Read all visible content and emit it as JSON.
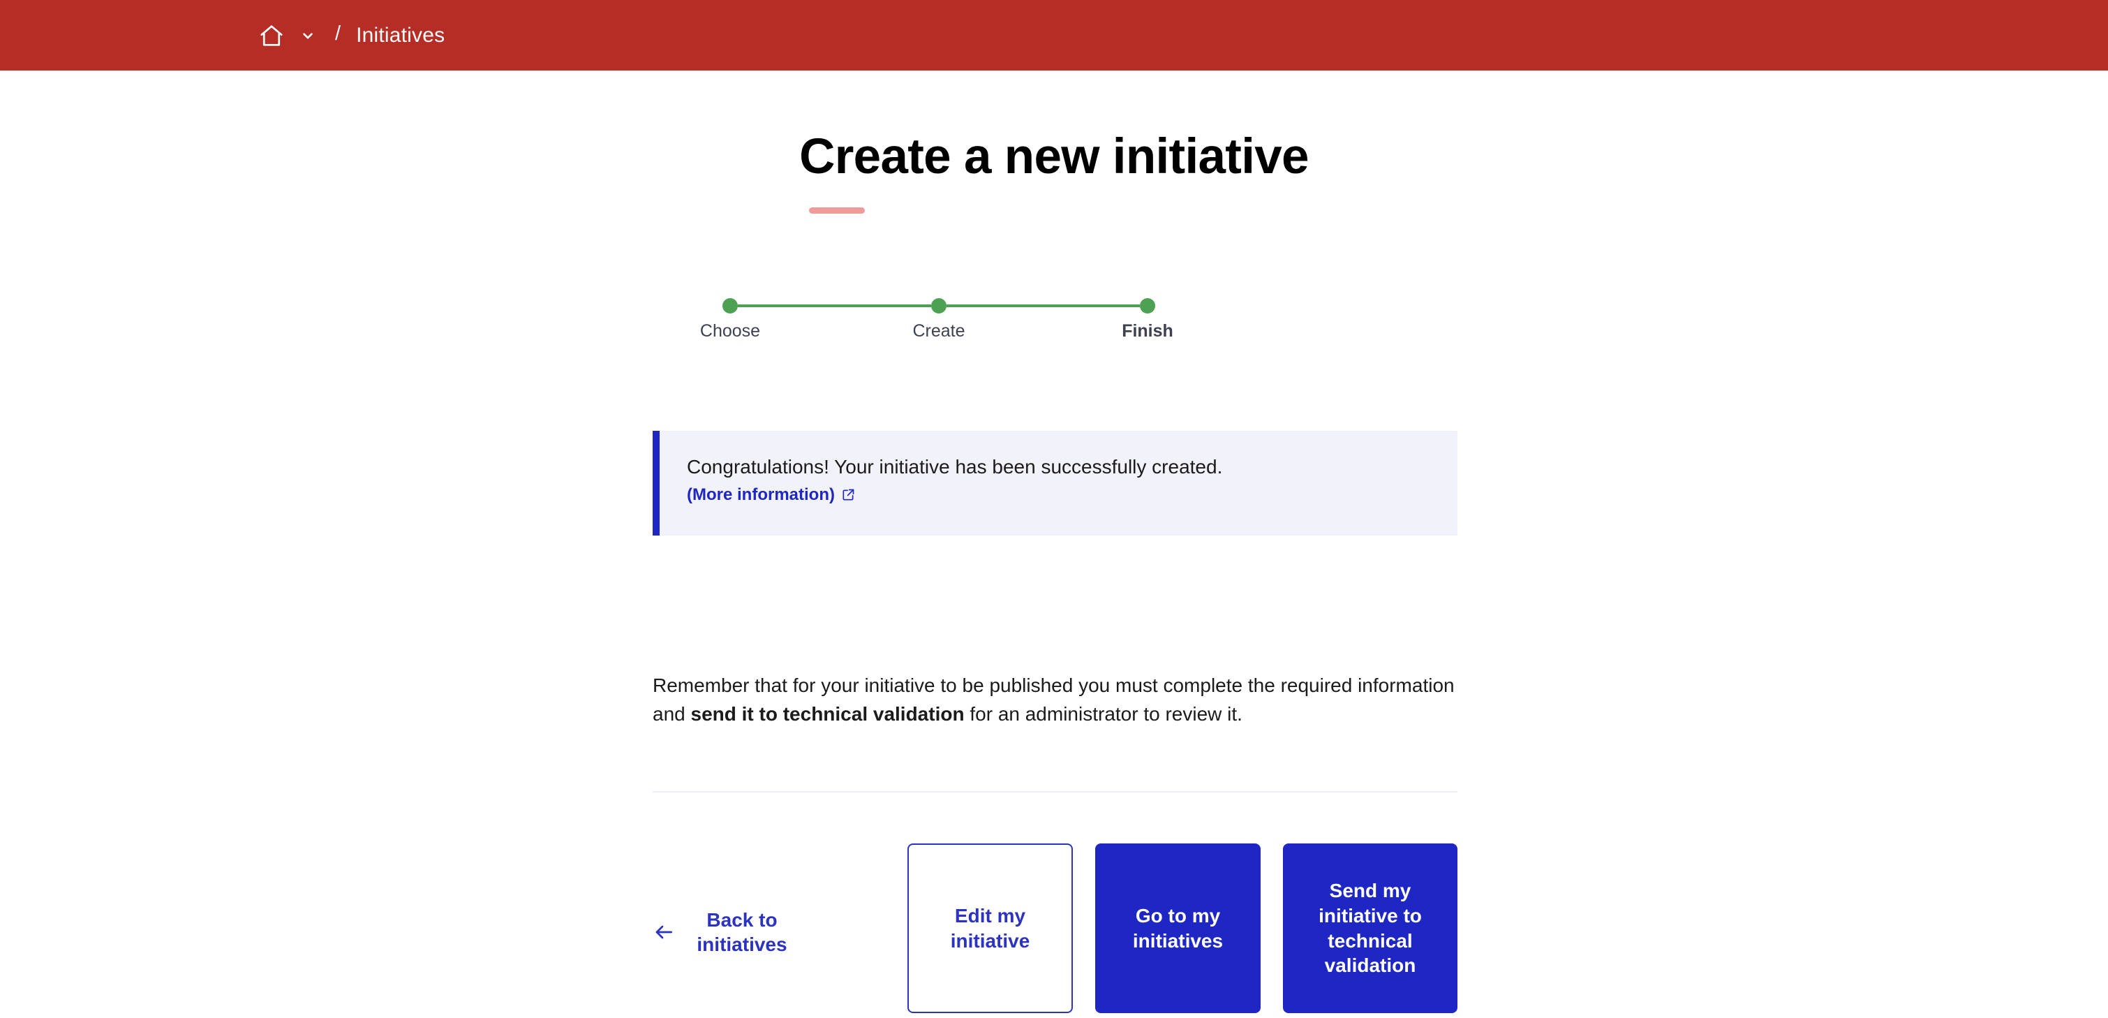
{
  "topbar": {
    "background_color": "#b52d25",
    "home_icon": "home-icon",
    "dropdown_icon": "chevron-down-icon",
    "separator": "/",
    "current_crumb": "Initiatives"
  },
  "header": {
    "title": "Create a new initiative",
    "underline_color": "#f09a9a"
  },
  "stepper": {
    "active_color": "#4ca252",
    "steps": [
      {
        "label": "Choose",
        "state": "complete"
      },
      {
        "label": "Create",
        "state": "complete"
      },
      {
        "label": "Finish",
        "state": "current"
      }
    ]
  },
  "alert": {
    "accent_color": "#1e27c4",
    "background_color": "#f2f2fb",
    "message": "Congratulations! Your initiative has been successfully created.",
    "link_label": "(More information)",
    "link_icon": "external-link-icon"
  },
  "body": {
    "paragraph_part1": "Remember that for your initiative to be published you must complete the required information and ",
    "paragraph_strong": "send it to technical validation",
    "paragraph_part2": " for an administrator to review it."
  },
  "actions": {
    "back_icon": "arrow-left-icon",
    "back_label": "Back to initiatives",
    "edit_label": "Edit my initiative",
    "goto_label": "Go to my initiatives",
    "send_label": "Send my initiative to technical validation",
    "primary_color": "#1e27c4",
    "outline_color": "#2b33bf"
  }
}
